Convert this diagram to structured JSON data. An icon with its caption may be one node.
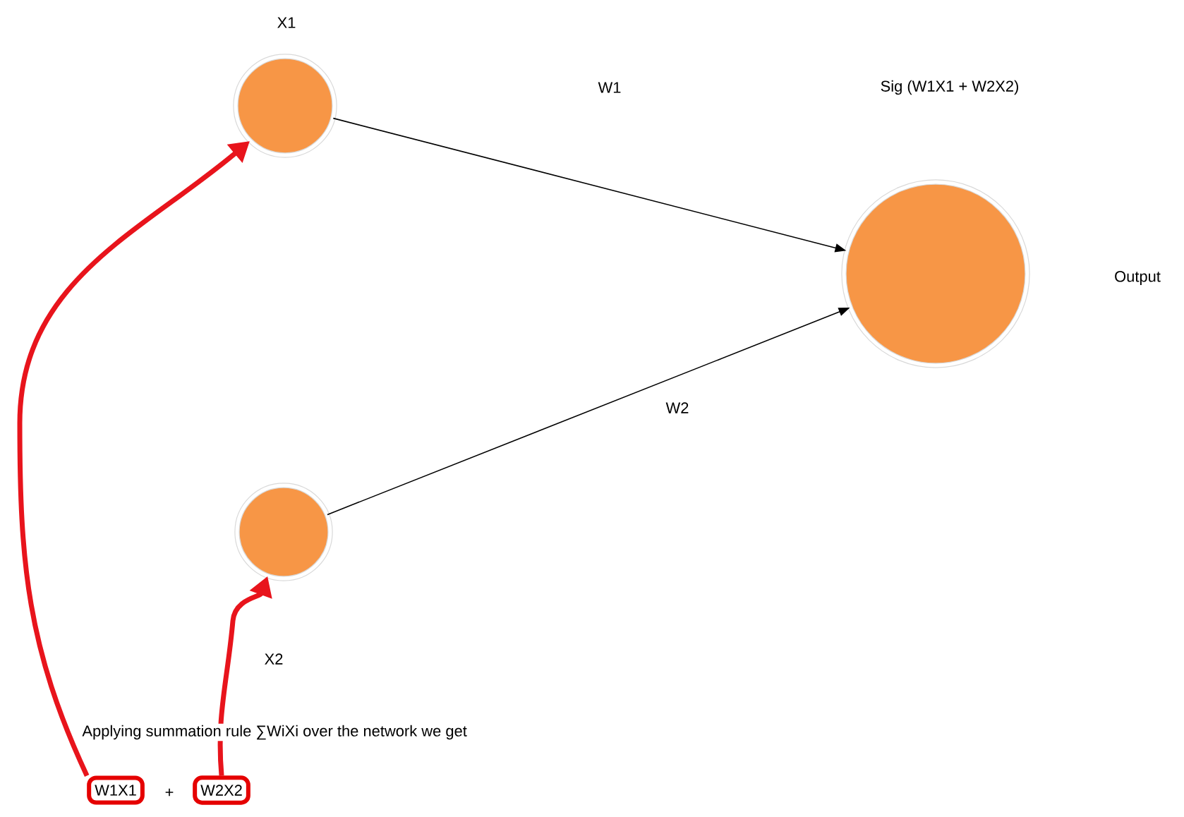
{
  "diagram": {
    "nodes": [
      {
        "text": [],
        "shape": "circle"
      },
      {
        "text": [],
        "shape": "circle"
      },
      {
        "text": [],
        "shape": "circle"
      },
      {
        "text": [
          "W1X1"
        ]
      },
      {
        "text": [
          "W2X2"
        ]
      }
    ],
    "edges": [
      {
        "from": 0,
        "to": 2,
        "arrow": "to"
      },
      {
        "from": 1,
        "to": 2,
        "arrow": "to",
        "label": "W2"
      },
      {
        "from": 3,
        "to": 0,
        "arrow": "to",
        "style": "thick",
        "color": "#e8141c"
      },
      {
        "from": 4,
        "to": 1,
        "arrow": "to",
        "style": "thick",
        "color": "#e8141c"
      }
    ],
    "labels": [
      "X1",
      "W1",
      "Sig (W1X1 + W2X2)",
      "Output",
      "X2",
      "Applying summation rule ∑WiXi over the network we get",
      "+"
    ]
  }
}
